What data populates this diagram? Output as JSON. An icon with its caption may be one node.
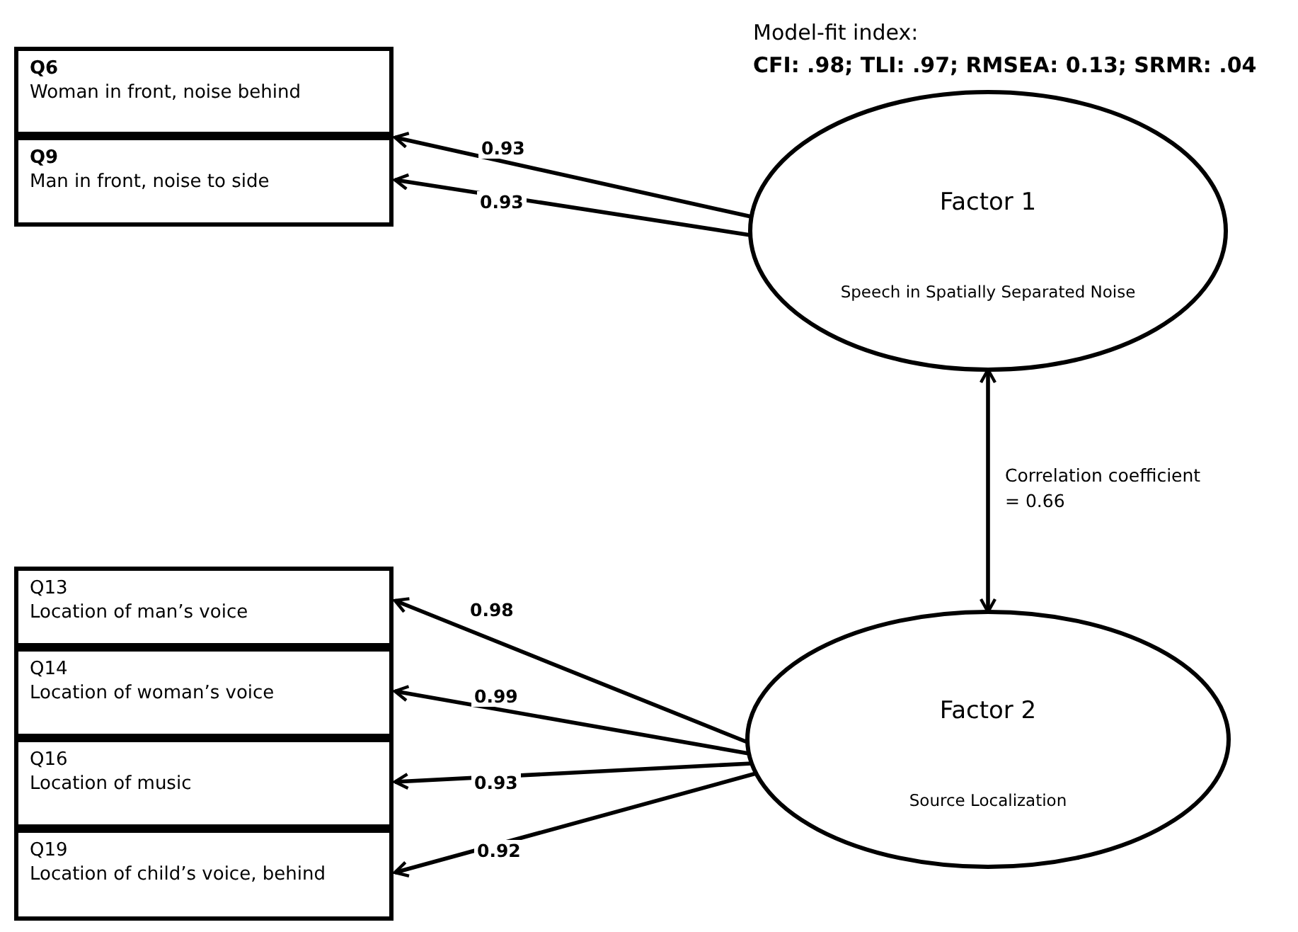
{
  "diagram": {
    "nodes": [
      {
        "text": [
          "Q6",
          "Woman in front, noise behind"
        ]
      },
      {
        "text": [
          "Q9",
          "Man in front, noise to side"
        ]
      },
      {
        "text": [
          "Factor 1",
          "Speech in Spatially Separated Noise"
        ]
      },
      {
        "text": [
          "Q13",
          "Location of man’s voice"
        ]
      },
      {
        "text": [
          "Q14",
          "Location of woman’s voice"
        ]
      },
      {
        "text": [
          "Q16",
          "Location of music"
        ]
      },
      {
        "text": [
          "Q19",
          "Location of child’s voice, behind"
        ]
      },
      {
        "text": [
          "Factor 2",
          "Source Localization"
        ]
      }
    ],
    "edges": [
      {
        "from": 2,
        "to": 0,
        "arrow": "to",
        "label": "0.93"
      },
      {
        "from": 2,
        "to": 1,
        "arrow": "to",
        "label": "0.93"
      },
      {
        "from": 2,
        "to": 7,
        "arrow": "both",
        "label": "Correlation coefficient = 0.66"
      },
      {
        "from": 7,
        "to": 3,
        "arrow": "to",
        "label": "0.98"
      },
      {
        "from": 7,
        "to": 4,
        "arrow": "to",
        "label": "0.99"
      },
      {
        "from": 7,
        "to": 5,
        "arrow": "to",
        "label": "0.93"
      },
      {
        "from": 7,
        "to": 6,
        "arrow": "to",
        "label": "0.92"
      }
    ],
    "labels": [
      "Model-fit index:",
      "CFI: .98; TLI: .97; RMSEA: 0.13; SRMR: .04"
    ]
  }
}
